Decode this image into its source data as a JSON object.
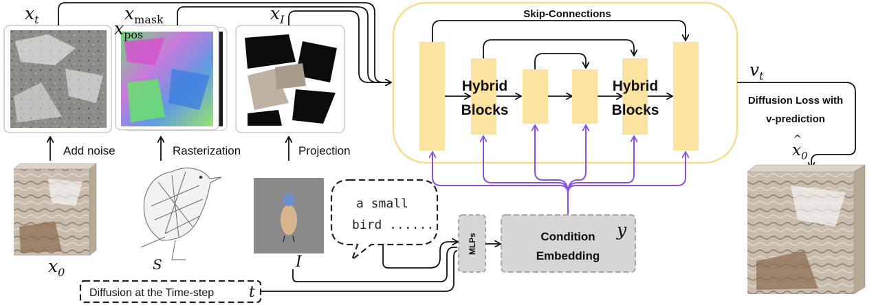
{
  "labels": {
    "xt": "x_t",
    "xmask": "x_mask",
    "xpos": "x_pos",
    "xI": "x_I",
    "x0": "x_0",
    "S": "S",
    "I": "I",
    "vt": "v_t",
    "x0hat": "x̂_0",
    "y": "y",
    "t": "t"
  },
  "text": {
    "add_noise": "Add noise",
    "rasterization": "Rasterization",
    "projection": "Projection",
    "skip_connections": "Skip-Connections",
    "hybrid1": "Hybrid",
    "blocks1": "Blocks",
    "hybrid2": "Hybrid",
    "blocks2": "Blocks",
    "loss_line1": "Diffusion Loss with",
    "loss_line2": "v-prediction",
    "mlps": "MLPs",
    "cond1": "Condition",
    "cond2": "Embedding",
    "prompt1": "a small",
    "prompt2": "bird ......",
    "timestep": "Diffusion at the Time-step"
  },
  "colors": {
    "block_fill": "#fde3a0",
    "unet_border": "#f8dc8d",
    "purple": "#8a4fe0",
    "grey_box": "#d6d6d6"
  }
}
